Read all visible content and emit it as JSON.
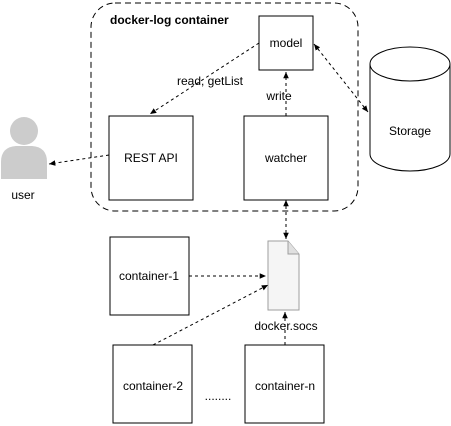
{
  "group": {
    "title": "docker-log container"
  },
  "nodes": {
    "model": "model",
    "rest_api": "REST API",
    "watcher": "watcher",
    "storage": "Storage",
    "user": "user",
    "container_1": "container-1",
    "container_2": "container-2",
    "container_n": "container-n",
    "docker_socket": "docker.socs"
  },
  "edges": {
    "model_to_rest": "read, getList",
    "watcher_to_model": "write"
  },
  "ellipsis": "........",
  "colors": {
    "stroke": "#000000",
    "fill": "#ffffff",
    "icon": "#cccccc"
  }
}
